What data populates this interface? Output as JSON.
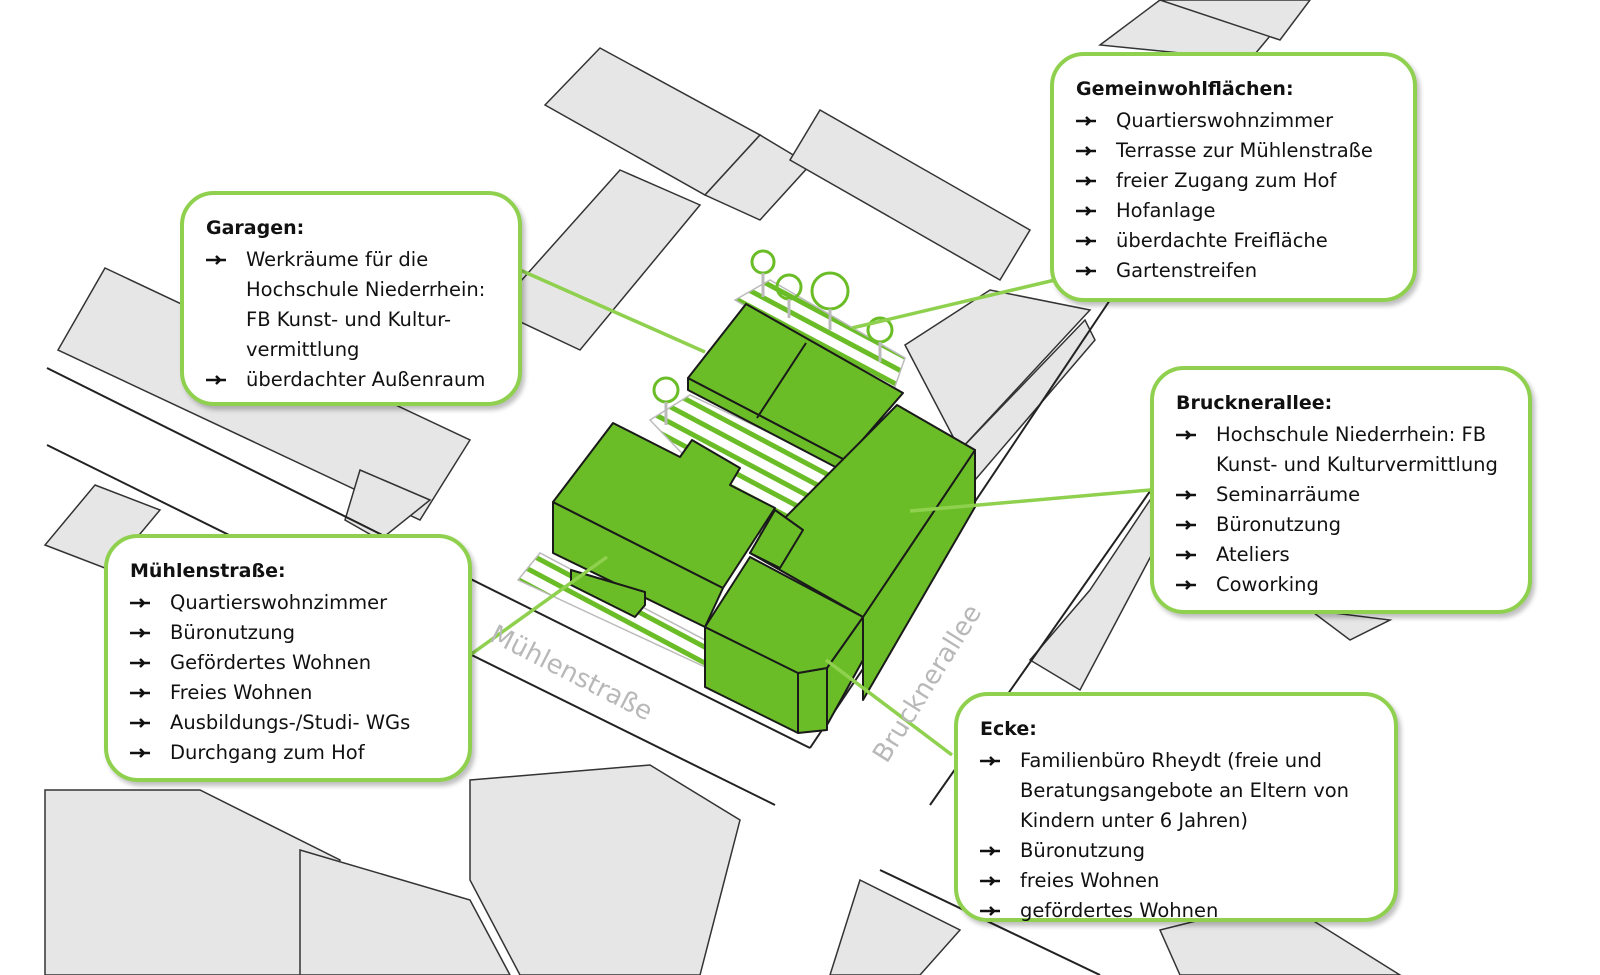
{
  "colors": {
    "accent": "#6bbd27",
    "border": "#8fd14f",
    "block": "#e6e6e6"
  },
  "streets": {
    "muehlen": "Mühlenstraße",
    "bruckner": "Brucknerallee"
  },
  "callouts": {
    "garagen": {
      "title": "Garagen:",
      "items": [
        "Werkräume für die Hochschule Niederrhein: FB Kunst- und Kultur-vermittlung",
        "überdachter Außenraum"
      ]
    },
    "gemeinwohl": {
      "title": "Gemeinwohlflächen:",
      "items": [
        "Quartierswohnzimmer",
        "Terrasse zur Mühlenstraße",
        "freier Zugang zum Hof",
        "Hofanlage",
        "überdachte Freifläche",
        "Gartenstreifen"
      ]
    },
    "bruckner": {
      "title": "Brucknerallee:",
      "items": [
        "Hochschule Niederrhein: FB Kunst- und Kulturvermittlung",
        "Seminarräume",
        "Büronutzung",
        "Ateliers",
        "Coworking"
      ]
    },
    "muehlen": {
      "title": "Mühlenstraße:",
      "items": [
        "Quartierswohnzimmer",
        "Büronutzung",
        "Gefördertes Wohnen",
        "Freies Wohnen",
        "Ausbildungs-/Studi- WGs",
        "Durchgang zum Hof"
      ]
    },
    "ecke": {
      "title": "Ecke:",
      "items": [
        "Familienbüro Rheydt (freie und Beratungsangebote an Eltern von Kindern unter 6 Jahren)",
        "Büronutzung",
        "freies Wohnen",
        "gefördertes Wohnen"
      ]
    }
  }
}
